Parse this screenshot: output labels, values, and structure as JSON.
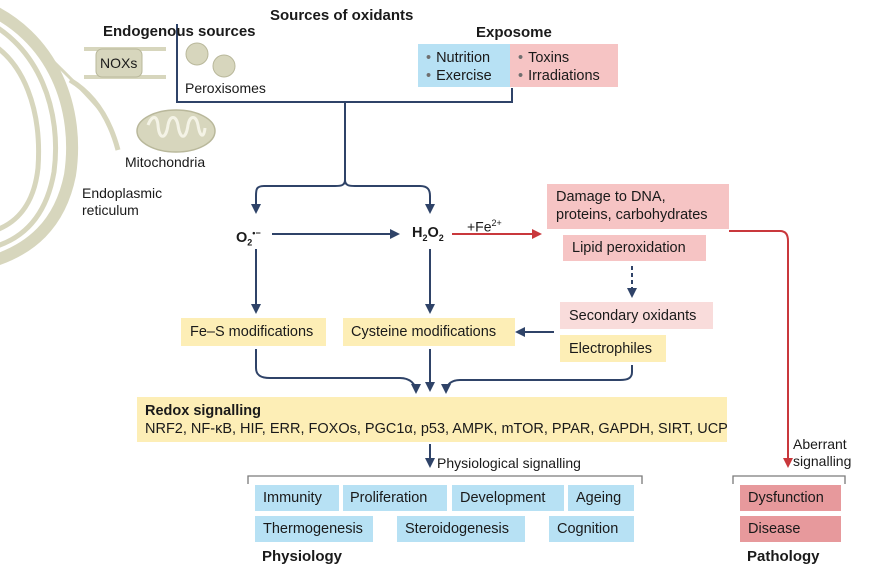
{
  "title": "Sources of oxidants",
  "sources": {
    "endogenous_title": "Endogenous sources",
    "noxs": "NOXs",
    "peroxisomes": "Peroxisomes",
    "mitochondria": "Mitochondria",
    "er_line1": "Endoplasmic",
    "er_line2": "reticulum"
  },
  "exposome": {
    "title": "Exposome",
    "beneficial": [
      "Nutrition",
      "Exercise"
    ],
    "harmful": [
      "Toxins",
      "Irradiations"
    ]
  },
  "species": {
    "superoxide": "O2•−",
    "superoxide_base": "O",
    "superoxide_sub": "2",
    "superoxide_sup": "•−",
    "peroxide": "H2O2",
    "iron_label": "+Fe2+",
    "iron_base": "+Fe",
    "iron_sup": "2+"
  },
  "damage": {
    "line1": "Damage to DNA,",
    "line2": "proteins, carbohydrates",
    "lipid": "Lipid peroxidation",
    "secondary": "Secondary oxidants",
    "electrophiles": "Electrophiles"
  },
  "modifications": {
    "fes": "Fe–S modifications",
    "cysteine": "Cysteine modifications"
  },
  "redox": {
    "title": "Redox signalling",
    "targets": "NRF2, NF-κB, HIF, ERR, FOXOs, PGC1α, p53, AMPK, mTOR, PPAR, GAPDH, SIRT, UCP"
  },
  "physiological_signalling": "Physiological signalling",
  "physiology": {
    "row1": [
      "Immunity",
      "Proliferation",
      "Development",
      "Ageing"
    ],
    "row2": [
      "Thermogenesis",
      "Steroidogenesis",
      "Cognition"
    ],
    "label": "Physiology"
  },
  "aberrant": {
    "line1": "Aberrant",
    "line2": "signalling"
  },
  "pathology": {
    "items": [
      "Dysfunction",
      "Disease"
    ],
    "label": "Pathology"
  },
  "colors": {
    "arrow_navy": "#2f4368",
    "arrow_red": "#c9383c",
    "box_yellow": "#fdeeb6",
    "box_blue": "#b7e1f4",
    "box_pink": "#f6c4c4",
    "box_pink_light": "#f9dcdb",
    "box_red": "#e7999c",
    "organelle": "#d7d6bd"
  }
}
